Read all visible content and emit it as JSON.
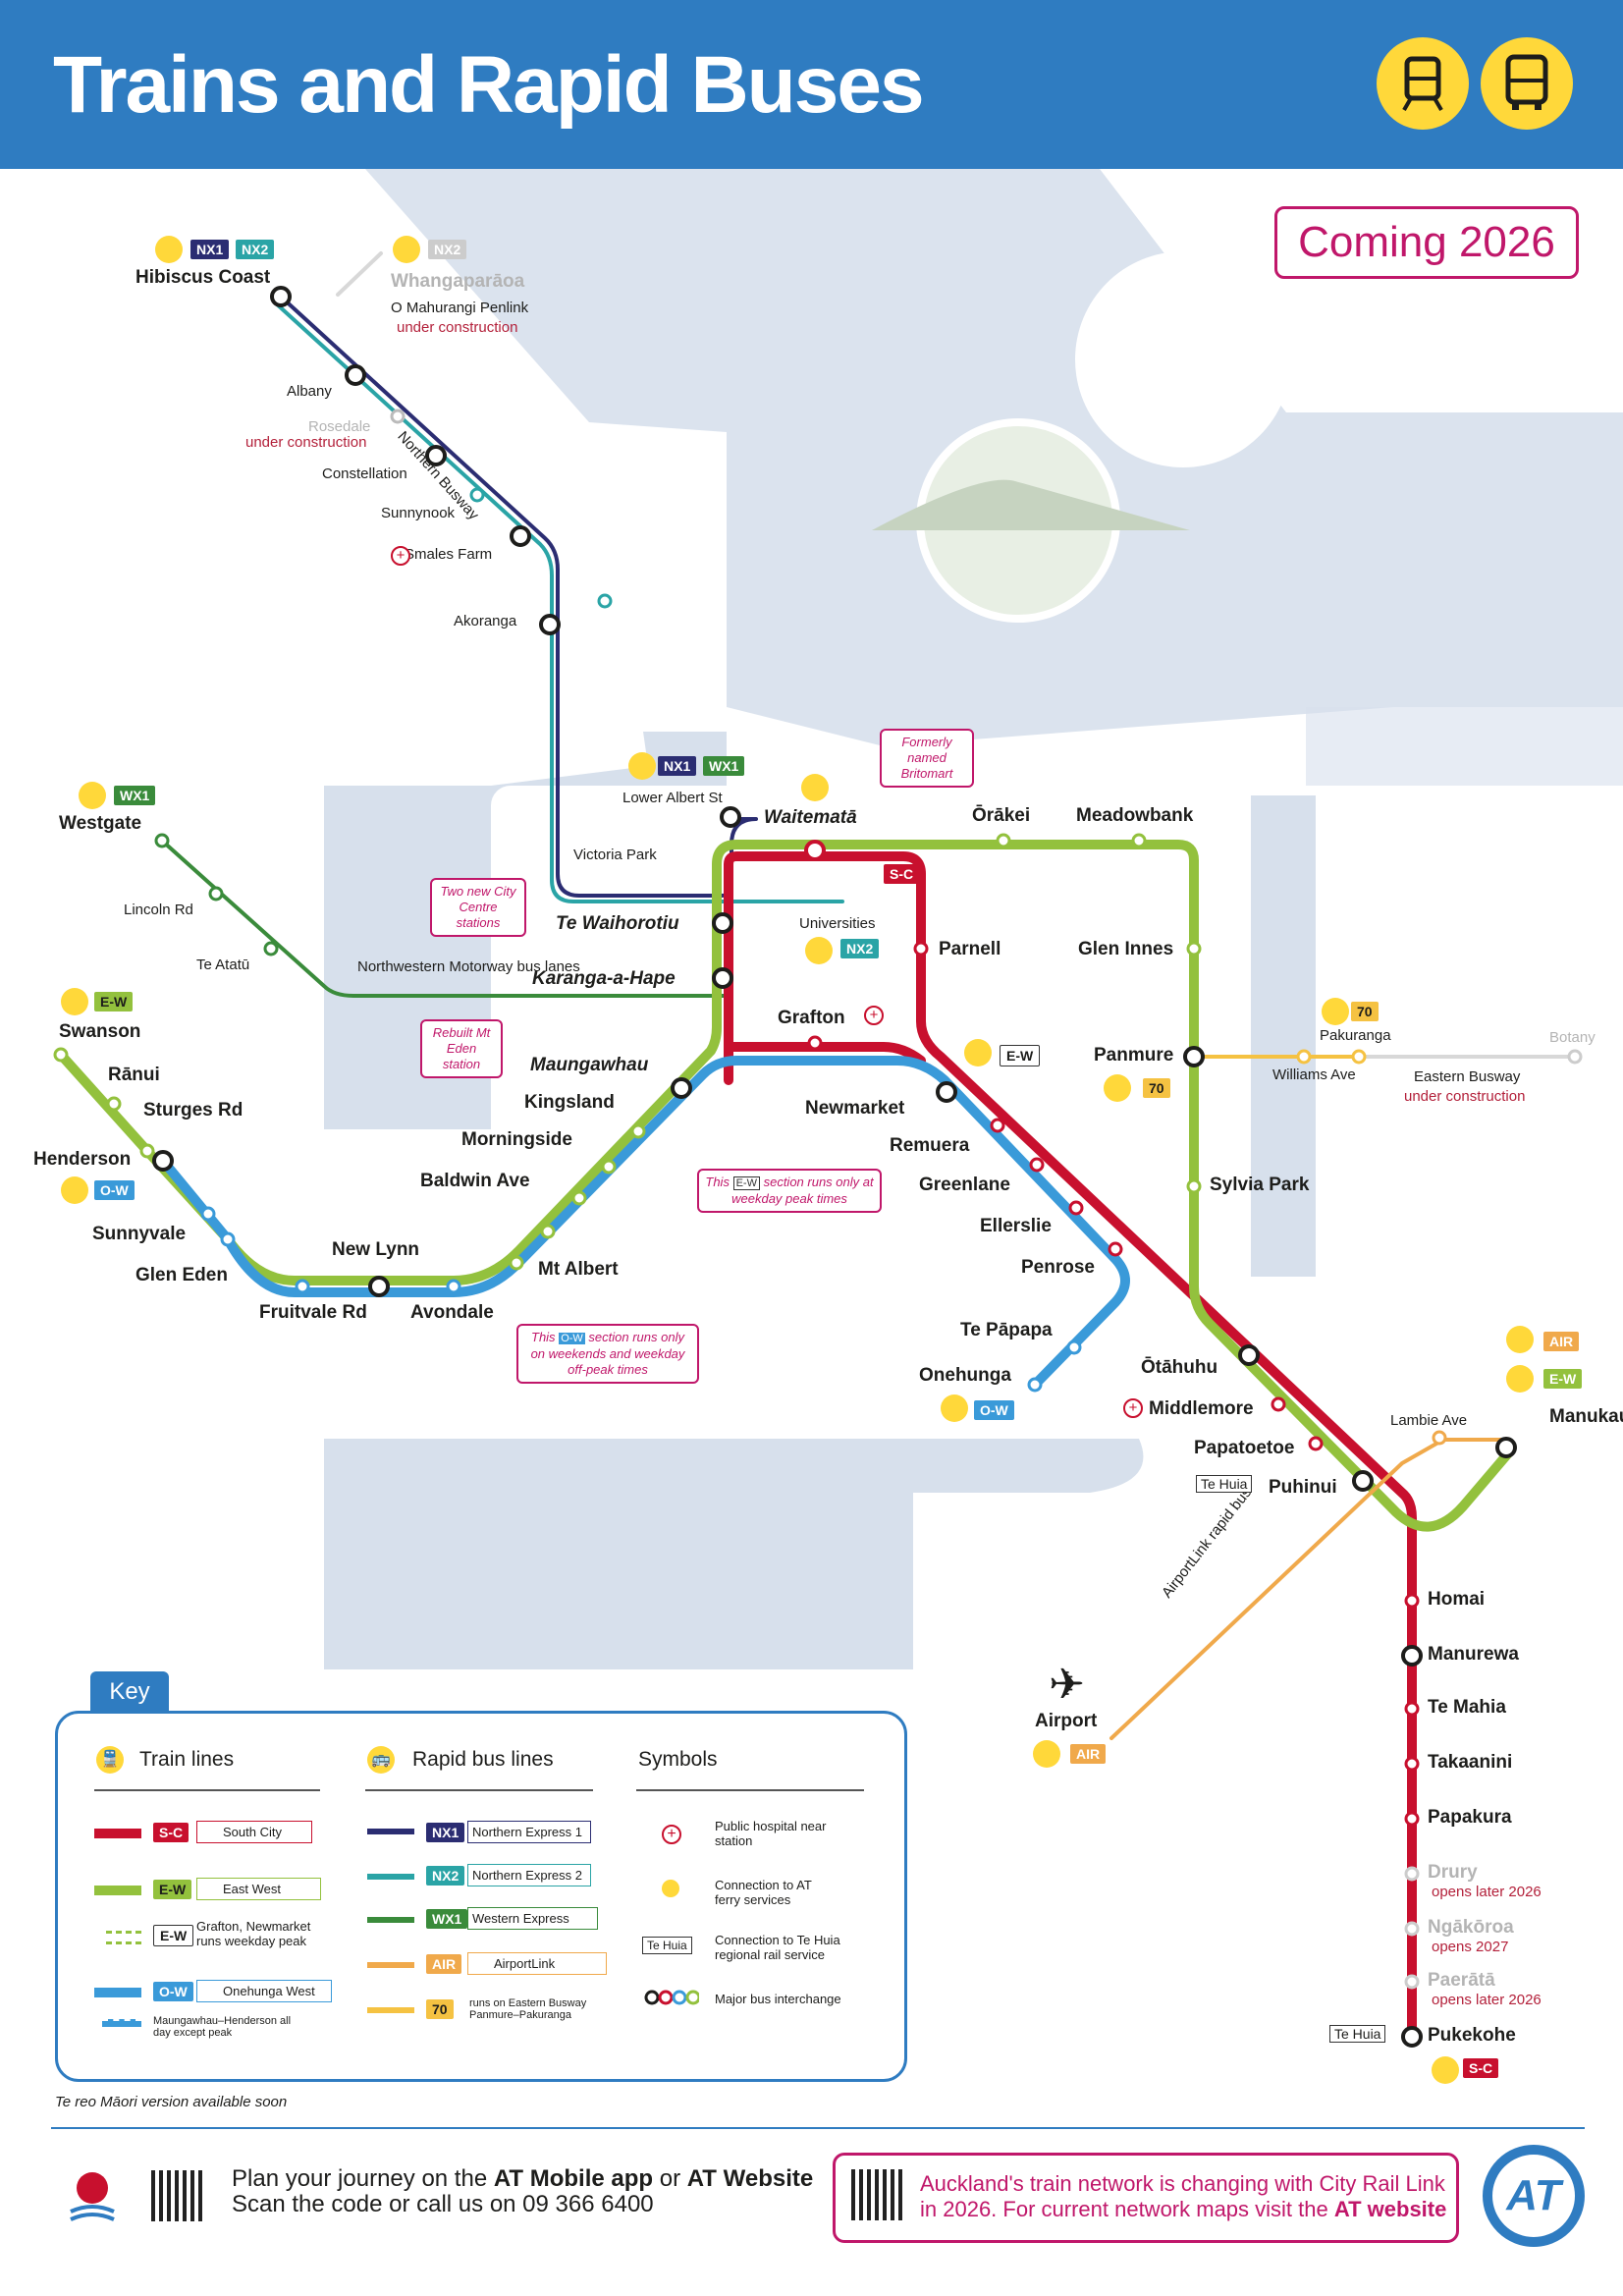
{
  "header": {
    "title": "Trains and Rapid Buses",
    "icons": [
      "train-icon",
      "bus-icon"
    ]
  },
  "coming": "Coming 2026",
  "colors": {
    "south": "#c8102e",
    "east": "#93c13d",
    "onehunga": "#3a9ad9",
    "nx1": "#2b2d72",
    "nx2": "#2aa4a6",
    "wx1": "#3a8b3b",
    "air": "#f0a94b",
    "bus70": "#f5c242",
    "brand": "#2f7cc1",
    "notice": "#c0176a"
  },
  "stations": {
    "hibiscus": "Hibiscus Coast",
    "whanga": "Whangaparāoa",
    "whanga_sub": "O Mahurangi Penlink",
    "whanga_uc": "under construction",
    "albany": "Albany",
    "rosedale": "Rosedale",
    "rosedale_uc": "under construction",
    "constellation": "Constellation",
    "sunnynook": "Sunnynook",
    "smales": "Smales Farm",
    "akoranga": "Akoranga",
    "northern_busway": "Northern Busway",
    "westgate": "Westgate",
    "lincoln": "Lincoln Rd",
    "teatatu": "Te Atatū",
    "nw_motorway": "Northwestern Motorway bus lanes",
    "victoria": "Victoria Park",
    "lower_albert": "Lower Albert St",
    "waitemata": "Waitematā",
    "orakei": "Ōrākei",
    "meadowbank": "Meadowbank",
    "te_waihorotiu": "Te Waihorotiu",
    "universities": "Universities",
    "karanga": "Karanga-a-Hape",
    "parnell": "Parnell",
    "glen_innes": "Glen Innes",
    "grafton": "Grafton",
    "maungawhau": "Maungawhau",
    "kingsland": "Kingsland",
    "morningside": "Morningside",
    "baldwin": "Baldwin Ave",
    "newmarket": "Newmarket",
    "remuera": "Remuera",
    "greenlane": "Greenlane",
    "ellerslie": "Ellerslie",
    "penrose": "Penrose",
    "tepapapa": "Te Pāpapa",
    "onehunga": "Onehunga",
    "panmure": "Panmure",
    "pakuranga": "Pakuranga",
    "williams": "Williams Ave",
    "botany": "Botany",
    "eastern_busway": "Eastern Busway",
    "eastern_uc": "under construction",
    "sylvia": "Sylvia Park",
    "swanson": "Swanson",
    "ranui": "Rānui",
    "sturges": "Sturges Rd",
    "henderson": "Henderson",
    "sunnyvale": "Sunnyvale",
    "glen_eden": "Glen Eden",
    "fruitvale": "Fruitvale Rd",
    "new_lynn": "New Lynn",
    "avondale": "Avondale",
    "mt_albert": "Mt Albert",
    "otahuhu": "Ōtāhuhu",
    "middlemore": "Middlemore",
    "papatoetoe": "Papatoetoe",
    "puhinui": "Puhinui",
    "lambie": "Lambie Ave",
    "manukau": "Manukau",
    "airport": "Airport",
    "airportlink": "AirportLink rapid bus",
    "homai": "Homai",
    "manurewa": "Manurewa",
    "te_mahia": "Te Mahia",
    "takaanini": "Takaanini",
    "papakura": "Papakura",
    "drury": "Drury",
    "drury_sub": "opens later 2026",
    "ngakoroa": "Ngākōroa",
    "ngakoroa_sub": "opens 2027",
    "paerata": "Paerātā",
    "paerata_sub": "opens later 2026",
    "pukekohe": "Pukekohe",
    "te_huia": "Te Huia"
  },
  "notes": {
    "britomart": "Formerly named Britomart",
    "two_new": "Two new City Centre stations",
    "rebuilt": "Rebuilt Mt Eden station",
    "ew_peak_pre": "This",
    "ew_peak_post": "section runs only at weekday peak times",
    "ow_pre": "This",
    "ow_post": "section runs only on weekends and weekday off-peak times"
  },
  "tags": {
    "nx1": "NX1",
    "nx2": "NX2",
    "wx1": "WX1",
    "ew": "E-W",
    "ow": "O-W",
    "sc": "S-C",
    "air": "AIR",
    "b70": "70"
  },
  "key": {
    "tab": "Key",
    "train": "Train lines",
    "bus": "Rapid bus lines",
    "symbols": "Symbols",
    "sc": "South City",
    "ew": "East West",
    "ew_peak": "Grafton, Newmarket runs weekday peak",
    "ow": "Onehunga West",
    "ow_sub": "Maungawhau–Henderson all day except peak",
    "nx1": "Northern Express 1",
    "nx2": "Northern Express 2",
    "wx1": "Western Express",
    "air": "AirportLink",
    "b70": "runs on Eastern Busway Panmure–Pakuranga",
    "hospital": "Public hospital near station",
    "ferry": "Connection to AT ferry services",
    "tehuia": "Connection to Te Huia regional rail service",
    "interchange": "Major bus interchange"
  },
  "reo": "Te reo Māori version available soon",
  "footer": {
    "plan_1_pre": "Plan your journey on the ",
    "plan_app": "AT Mobile app",
    "plan_or": " or ",
    "plan_web": "AT Website",
    "plan_2": "Scan the code or call us on 09 366 6400",
    "crl_1": "Auckland's train network is changing with City Rail Link",
    "crl_2_pre": "in 2026. For current network maps visit the ",
    "crl_web": "AT website",
    "logo": "AT"
  }
}
